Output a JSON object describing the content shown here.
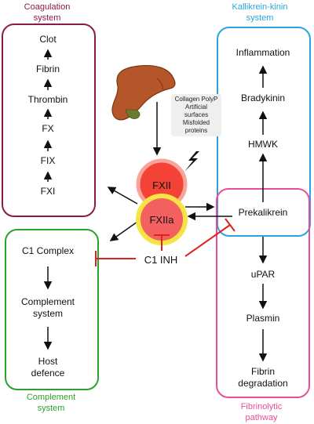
{
  "coagulation": {
    "title": "Coagulation system",
    "color": "#8b1a4a",
    "steps": [
      "Clot",
      "Fibrin",
      "Thrombin",
      "FX",
      "FIX",
      "FXI"
    ]
  },
  "kallikrein": {
    "title": "Kallikrein-kinin system",
    "color": "#29a3dd",
    "steps": [
      "Inflammation",
      "Bradykinin",
      "HMWK"
    ]
  },
  "complement": {
    "title": "Complement system",
    "color": "#2ca02c",
    "steps": [
      "C1 Complex",
      "Complement system",
      "Host defence"
    ]
  },
  "fibrinolytic": {
    "title": "Fibrinolytic pathway",
    "color": "#e84c9a",
    "steps": [
      "Prekalikrein",
      "uPAR",
      "Plasmin",
      "Fibrin degradation"
    ]
  },
  "center": {
    "fxii": "FXII",
    "fxiia": "FXIIa",
    "inhibitor": "C1 INH",
    "activators": "Collagen PolyP Artificial surfaces Misfolded proteins"
  },
  "icons": [
    "liver-icon",
    "lightning-icon"
  ]
}
